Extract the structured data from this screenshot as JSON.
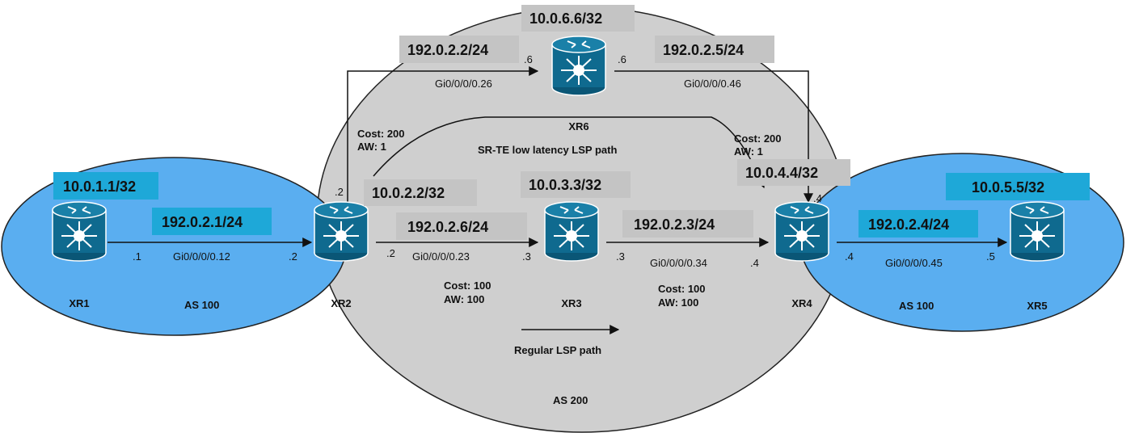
{
  "colors": {
    "as100_fill": "#5aaef0",
    "as200_fill": "#cfcfcf",
    "router_blue": "#0f6a8f",
    "gray_label_bg": "#c4c4c4",
    "blue_label_bg": "#1ea8d8"
  },
  "areas": {
    "as100_left": "AS 100",
    "as200": "AS 200",
    "as100_right": "AS 100"
  },
  "routers": {
    "xr1": {
      "name": "XR1",
      "loopback": "10.0.1.1/32",
      "icon": "router-icon"
    },
    "xr2": {
      "name": "XR2",
      "loopback": "10.0.2.2/32",
      "icon": "router-icon"
    },
    "xr3": {
      "name": "XR3",
      "loopback": "10.0.3.3/32",
      "icon": "router-icon"
    },
    "xr4": {
      "name": "XR4",
      "loopback": "10.0.4.4/32",
      "icon": "router-icon"
    },
    "xr5": {
      "name": "XR5",
      "loopback": "10.0.5.5/32",
      "icon": "router-icon"
    },
    "xr6": {
      "name": "XR6",
      "loopback": "10.0.6.6/32",
      "icon": "router-icon"
    }
  },
  "links": {
    "xr1_xr2": {
      "subnet": "192.0.2.1/24",
      "interface": "Gi0/0/0/0.12",
      "a_host": ".1",
      "b_host": ".2"
    },
    "xr2_xr3": {
      "subnet": "192.0.2.6/24",
      "interface": "Gi0/0/0/0.23",
      "a_host": ".2",
      "b_host": ".3",
      "cost": "Cost: 100",
      "aw": "AW: 100"
    },
    "xr3_xr4": {
      "subnet": "192.0.2.3/24",
      "interface": "Gi0/0/0/0.34",
      "a_host": ".3",
      "b_host": ".4",
      "cost": "Cost: 100",
      "aw": "AW: 100"
    },
    "xr4_xr5": {
      "subnet": "192.0.2.4/24",
      "interface": "Gi0/0/0/0.45",
      "a_host": ".4",
      "b_host": ".5"
    },
    "xr2_xr6": {
      "subnet": "192.0.2.2/24",
      "interface": "Gi0/0/0/0.26",
      "a_host": ".2",
      "b_host": ".6",
      "cost": "Cost: 200",
      "aw": "AW: 1"
    },
    "xr6_xr4": {
      "subnet": "192.0.2.5/24",
      "interface": "Gi0/0/0/0.46",
      "a_host": ".6",
      "b_host": ".4",
      "cost": "Cost: 200",
      "aw": "AW: 1"
    }
  },
  "paths": {
    "sr_te": "SR-TE low latency LSP path",
    "regular": "Regular LSP path"
  }
}
